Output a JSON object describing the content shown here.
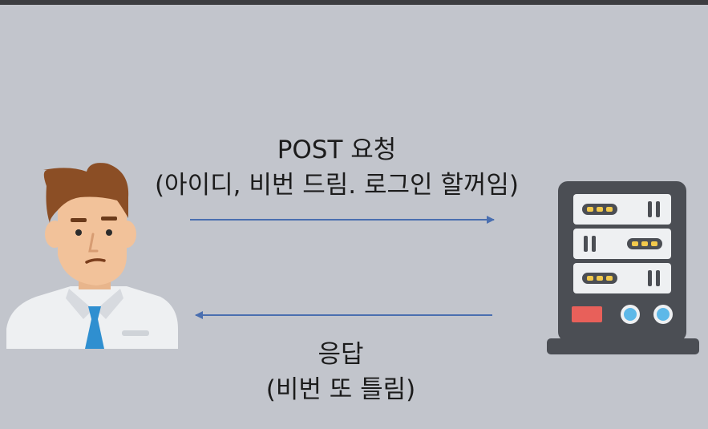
{
  "request": {
    "title": "POST 요청",
    "subtitle": "(아이디, 비번 드림. 로그인 할꺼임)"
  },
  "response": {
    "title": "응답",
    "subtitle": "(비번 또 틀림)"
  },
  "colors": {
    "background": "#c2c5cc",
    "arrow": "#4a6fb0",
    "tie": "#2f8fd0",
    "server_body": "#4b4e54",
    "server_button_red": "#e8605a",
    "server_button_blue": "#5db8e8",
    "indicator_yellow": "#f2c94c"
  },
  "icons": {
    "client": "person-icon",
    "server": "server-icon"
  }
}
